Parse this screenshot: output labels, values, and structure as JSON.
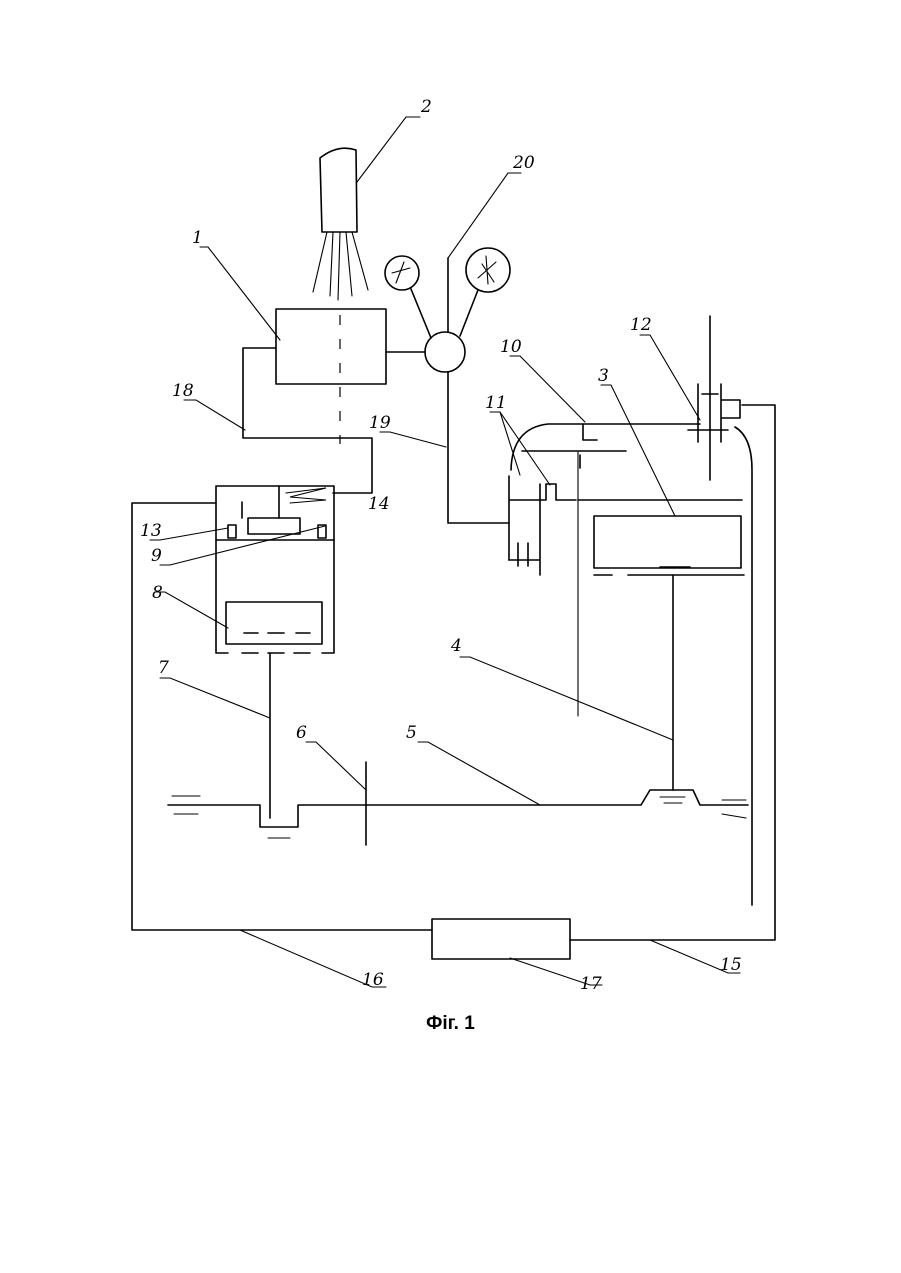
{
  "figure": {
    "caption": "Фіг. 1",
    "labels": {
      "l1": "1",
      "l2": "2",
      "l3": "3",
      "l4": "4",
      "l5": "5",
      "l6": "6",
      "l7": "7",
      "l8": "8",
      "l9": "9",
      "l10": "10",
      "l11": "11",
      "l12": "12",
      "l13": "13",
      "l14": "14",
      "l15": "15",
      "l16": "16",
      "l17": "17",
      "l18": "18",
      "l19": "19",
      "l20": "20"
    }
  }
}
